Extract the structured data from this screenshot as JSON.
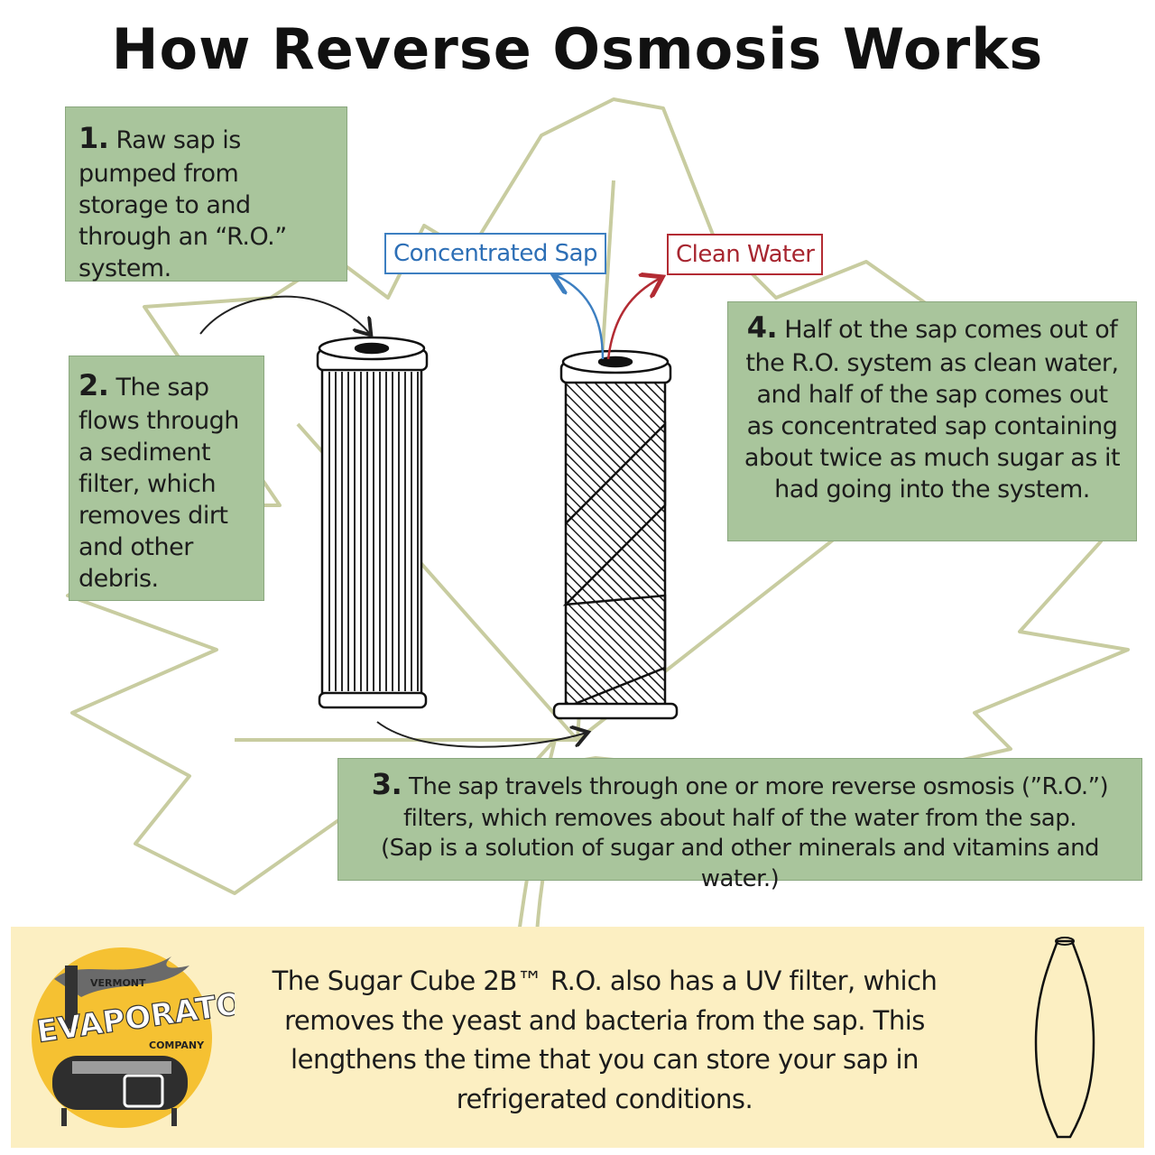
{
  "title": "How Reverse Osmosis Works",
  "steps": [
    {
      "num": "1.",
      "text": "Raw sap is pumped from storage to and through an “R.O.” system."
    },
    {
      "num": "2.",
      "text": "The sap flows through a sediment filter, which removes dirt and other debris."
    },
    {
      "num": "3.",
      "text": "The sap travels through one or more reverse osmosis (”R.O.”) filters, which removes about half of the water from the sap.",
      "note": "(Sap is a solution of sugar and other minerals and vitamins and water.)"
    },
    {
      "num": "4.",
      "text": "Half ot the sap comes out of the R.O. system as clean water, and half of the sap comes out as concentrated sap containing about twice as much sugar as it had going into the system."
    }
  ],
  "labels": {
    "concentrated": "Concentrated Sap",
    "clean": "Clean Water"
  },
  "footer": {
    "text": "The Sugar Cube 2B™ R.O. also has a UV filter, which removes the yeast and bacteria from the sap. This lengthens the time that you can store your sap in refrigerated conditions."
  },
  "logo": {
    "top": "VERMONT",
    "main": "EVAPORATOR",
    "bottom": "COMPANY"
  },
  "colors": {
    "box_green": "#a9c59c",
    "leaf_line": "#c8cca0",
    "concentrated_blue": "#3d7fc1",
    "clean_red": "#b32b33",
    "footer_bg": "#fcefc2",
    "logo_yellow": "#f5c132"
  }
}
